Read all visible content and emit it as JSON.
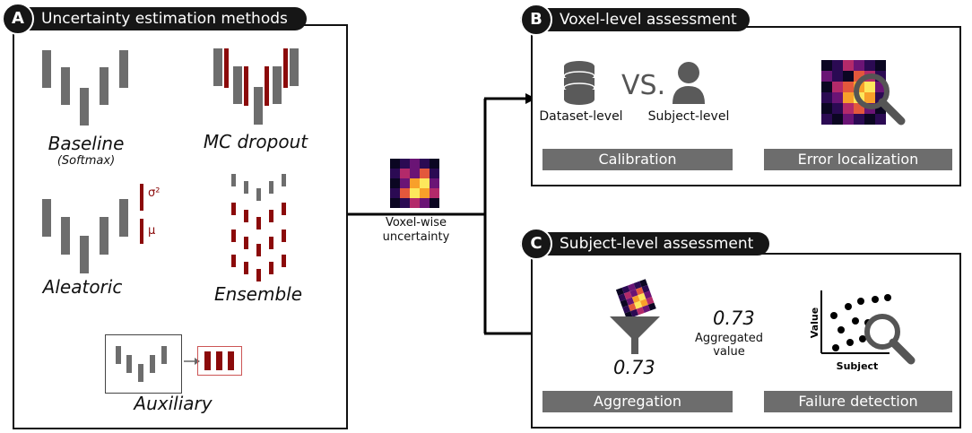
{
  "panel_a": {
    "letter": "A",
    "title": "Uncertainty estimation methods",
    "methods": {
      "baseline": "Baseline",
      "baseline_sub": "(Softmax)",
      "mc_dropout": "MC dropout",
      "aleatoric": "Aleatoric",
      "aleatoric_sigma": "σ²",
      "aleatoric_mu": "μ",
      "ensemble": "Ensemble",
      "auxiliary": "Auxiliary"
    }
  },
  "middle": {
    "label_line1": "Voxel-wise",
    "label_line2": "uncertainty"
  },
  "panel_b": {
    "letter": "B",
    "title": "Voxel-level assessment",
    "vs": "VS.",
    "dataset_level": "Dataset-level",
    "subject_level": "Subject-level",
    "calibration": "Calibration",
    "error_localization": "Error localization"
  },
  "panel_c": {
    "letter": "C",
    "title": "Subject-level assessment",
    "value_below_funnel": "0.73",
    "value_on_arrow": "0.73",
    "arrow_label_line1": "Aggregated",
    "arrow_label_line2": "value",
    "scatter_ylabel": "Value",
    "scatter_xlabel": "Subject",
    "aggregation": "Aggregation",
    "failure_detection": "Failure detection"
  },
  "colors": {
    "dark_red": "#8b0a0a",
    "bar_gray": "#6d6d6d",
    "tag_black": "#161616"
  },
  "heatmap_colors": [
    "#0b0622",
    "#2b0a53",
    "#6a1475",
    "#b32a6a",
    "#e3583c",
    "#f8a02a",
    "#fde75c"
  ]
}
